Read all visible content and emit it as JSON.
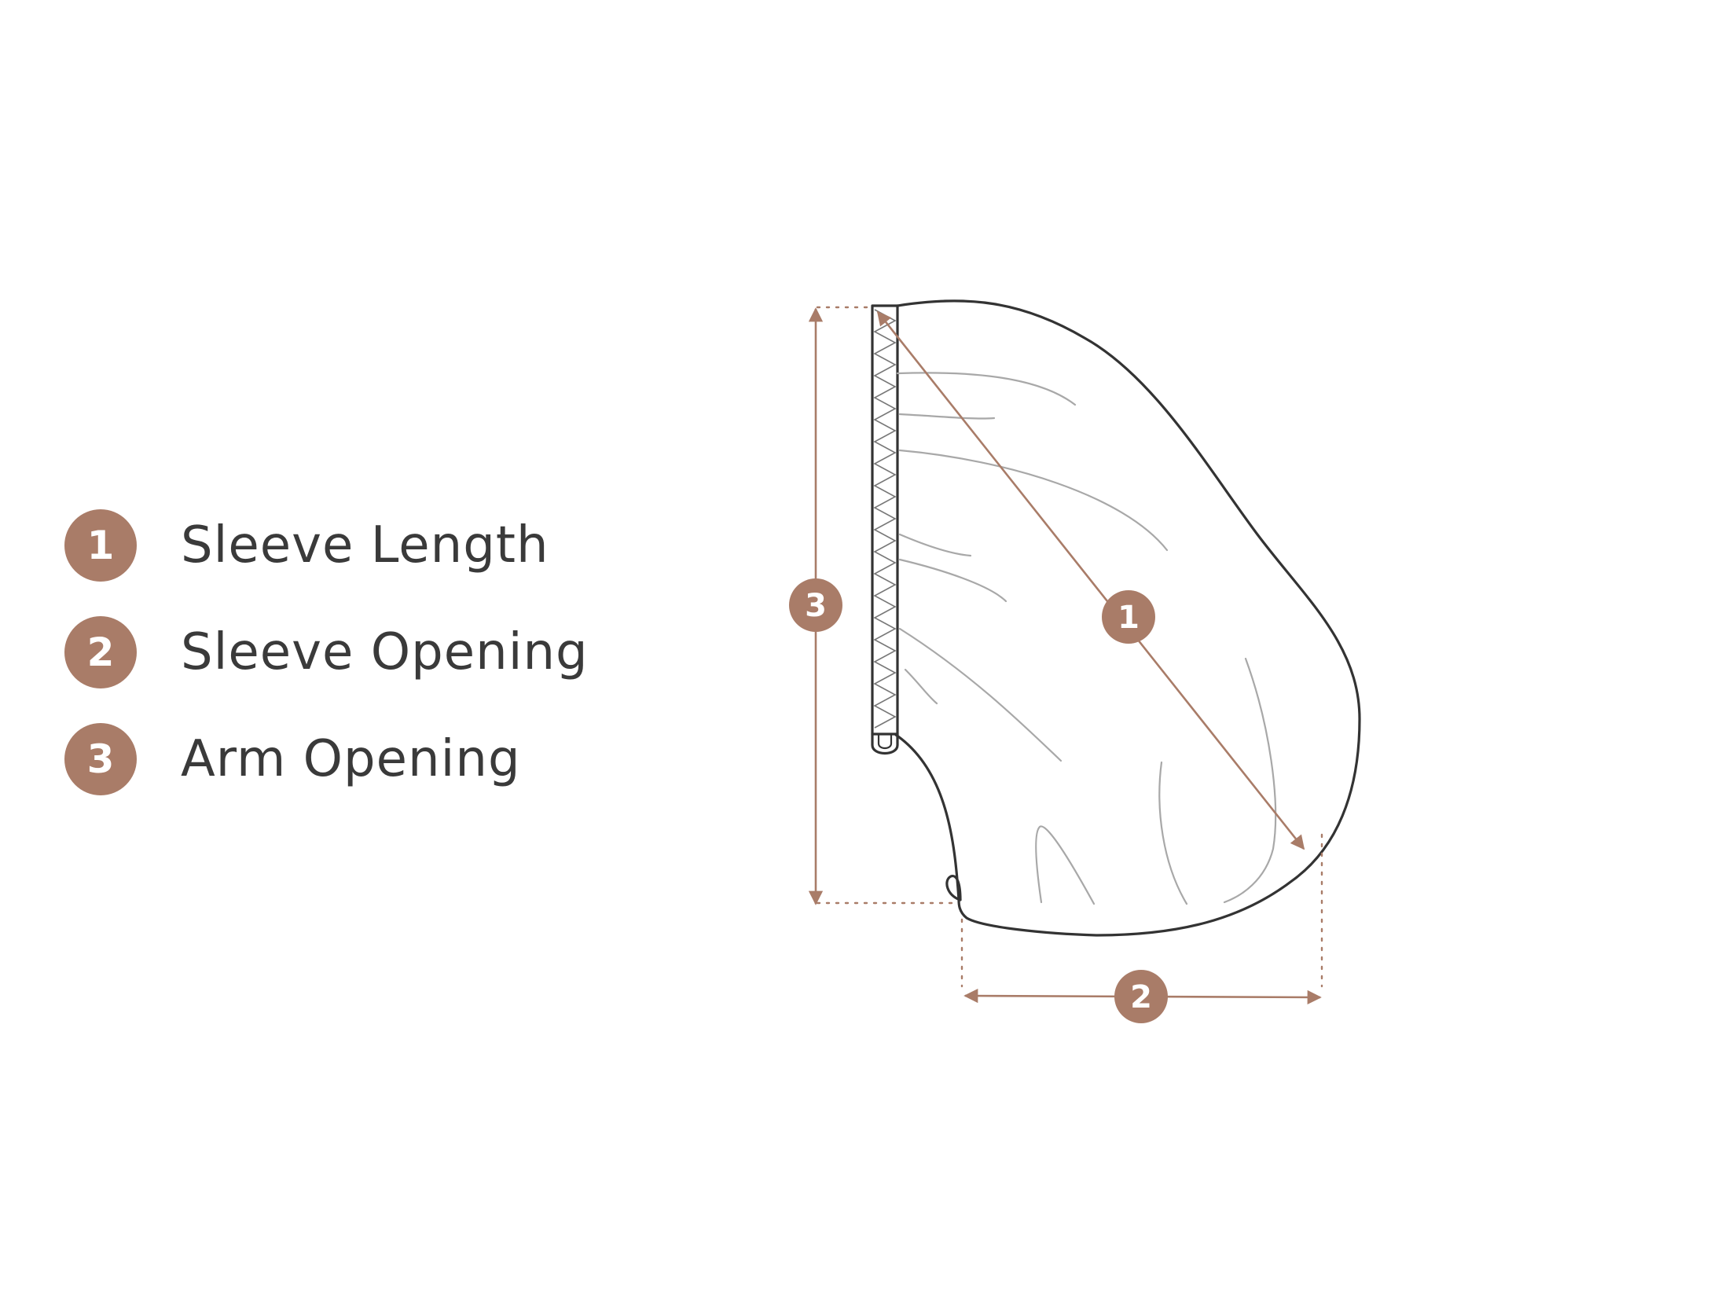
{
  "colors": {
    "accent": "#a97c68",
    "outline": "#333333",
    "fold_lines": "#a8a8a8",
    "text": "#3a3a3a",
    "background": "#ffffff"
  },
  "legend": [
    {
      "number": "1",
      "label": "Sleeve Length"
    },
    {
      "number": "2",
      "label": "Sleeve Opening"
    },
    {
      "number": "3",
      "label": "Arm Opening"
    }
  ],
  "callouts": {
    "sleeve_length": "1",
    "sleeve_opening": "2",
    "arm_opening": "3"
  }
}
